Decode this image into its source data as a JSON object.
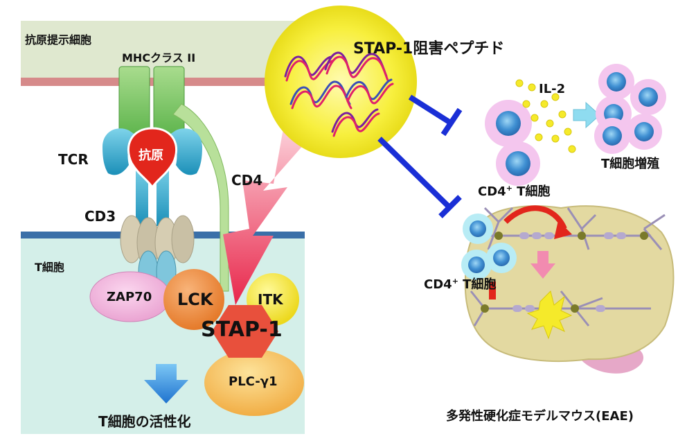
{
  "apc": {
    "label": "抗原提示細胞",
    "mhc_label": "MHCクラス II"
  },
  "antigen": {
    "label": "抗原"
  },
  "tcr": {
    "label": "TCR"
  },
  "cd3": {
    "label": "CD3"
  },
  "cd4": {
    "label": "CD4"
  },
  "tcell": {
    "label": "T細胞"
  },
  "zap70": {
    "label": "ZAP70"
  },
  "lck": {
    "label": "LCK"
  },
  "itk": {
    "label": "ITK"
  },
  "stap1": {
    "label": "STAP-1"
  },
  "plc": {
    "label": "PLC-γ1"
  },
  "activation": {
    "label": "T細胞の活性化"
  },
  "peptide": {
    "label": "STAP-1阻害ペプチド"
  },
  "il2": {
    "label": "IL-2"
  },
  "proliferation": {
    "label": "T細胞増殖"
  },
  "cd4_cell_upper": {
    "label_main": "CD4",
    "label_sup": "+",
    "label_rest": " T細胞"
  },
  "cd4_cell_lower": {
    "label_main": "CD4",
    "label_sup": "+",
    "label_rest": " T細胞"
  },
  "eae": {
    "label": "多発性硬化症モデルマウス(EAE)"
  },
  "colors": {
    "apc_bg": "#dfe8cf",
    "apc_membrane": "#d68a8a",
    "tcell_bg": "#d4efe9",
    "tcell_membrane": "#3a6fa8",
    "mhc": "#7cc46a",
    "tcr": "#2aa7c9",
    "antigen": "#e2261c",
    "zap70": "#f2b3dc",
    "lck": "#ee8e3c",
    "itk": "#f2e22a",
    "stap1": "#e8503c",
    "plc": "#f6c255",
    "activation_arrow": "#2f8fe0",
    "peptide_circle": "#f5ef3a",
    "inhibit": "#1a2fd6",
    "brain": "#e3d9a1"
  }
}
